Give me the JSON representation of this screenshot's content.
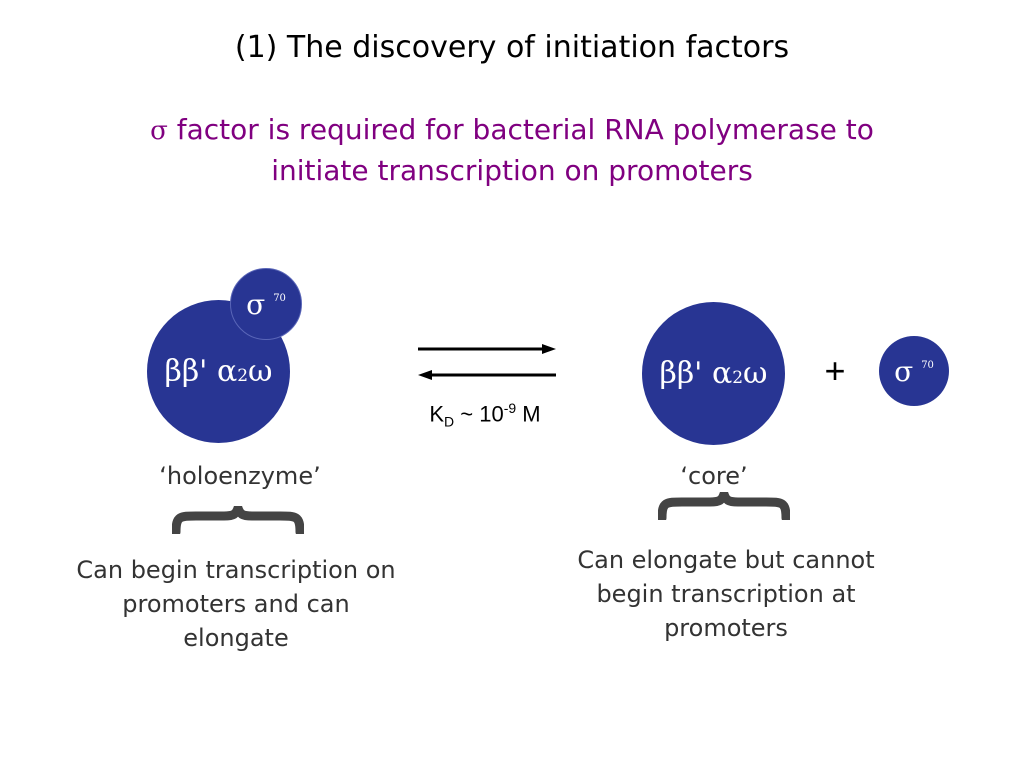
{
  "title": "(1) The discovery of initiation factors",
  "subtitle": {
    "sigma_symbol": "σ",
    "text_line1": " factor is required for bacterial RNA polymerase to",
    "text_line2": "initiate transcription on promoters"
  },
  "holoenzyme": {
    "core_label_beta": "ββ' α",
    "core_label_sub": "2",
    "core_label_omega": " ω",
    "sigma_symbol": "σ",
    "sigma_number": "70",
    "name": "‘holoenzyme’",
    "description": "Can begin transcription on promoters and can elongate"
  },
  "equilibrium": {
    "kd_prefix": "K",
    "kd_sub": "D",
    "kd_mid": " ~ 10",
    "kd_exp": "-9",
    "kd_suffix": " M"
  },
  "core": {
    "core_label_beta": "ββ' α",
    "core_label_sub": "2",
    "core_label_omega": " ω",
    "name": "‘core’",
    "description": "Can elongate but cannot begin transcription at promoters"
  },
  "plus": "+",
  "free_sigma": {
    "sigma_symbol": "σ",
    "sigma_number": "70"
  },
  "colors": {
    "protein": "#283593",
    "subtitle": "#800080",
    "brace": "#444444"
  }
}
